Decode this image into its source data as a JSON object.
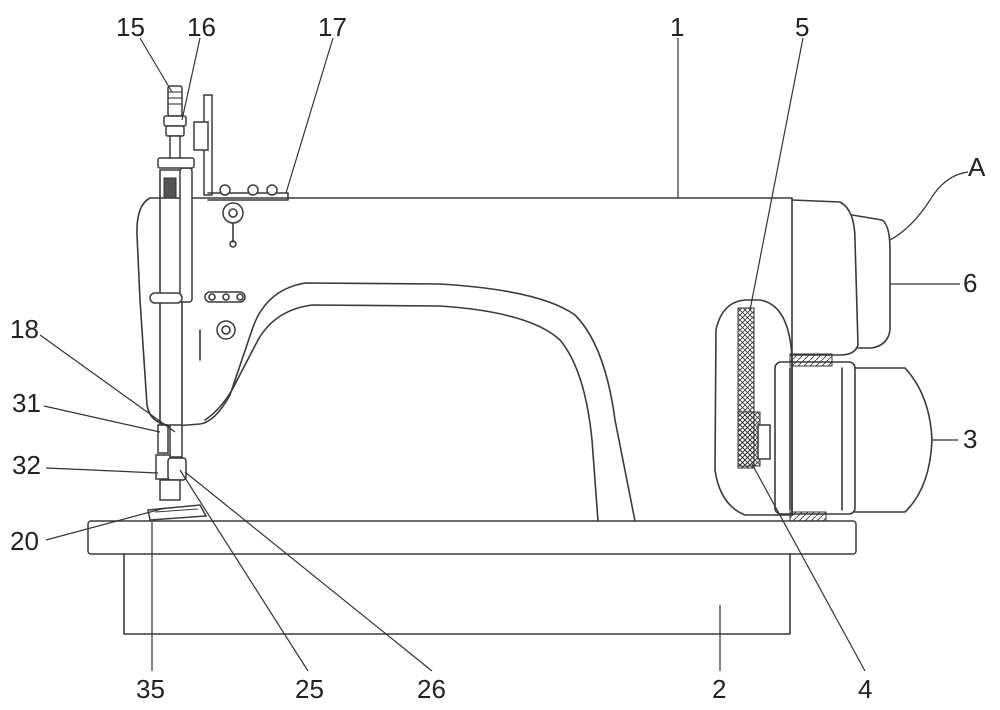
{
  "labels": {
    "l15": "15",
    "l16": "16",
    "l17": "17",
    "l1": "1",
    "l5": "5",
    "lA": "A",
    "l6": "6",
    "l18": "18",
    "l31": "31",
    "l32": "32",
    "l3": "3",
    "l20": "20",
    "l35": "35",
    "l25": "25",
    "l26": "26",
    "l2": "2",
    "l4": "4"
  },
  "colors": {
    "line": "#3a3a3a",
    "background": "#ffffff"
  }
}
